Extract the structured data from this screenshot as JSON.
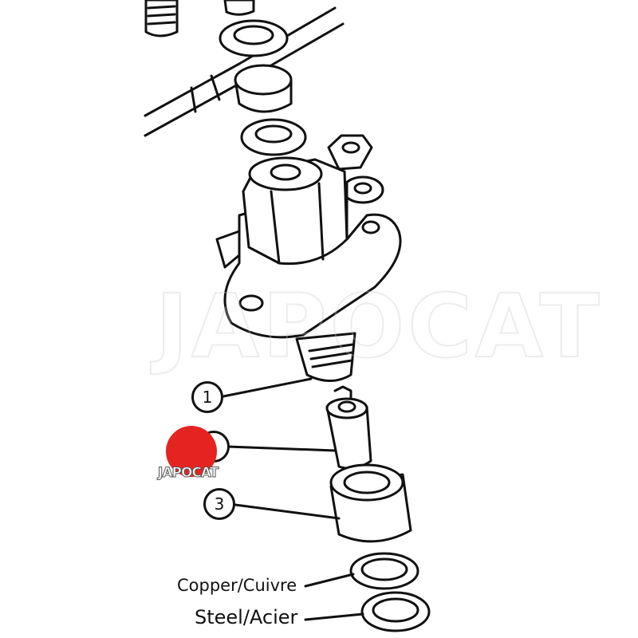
{
  "diagram": {
    "title": "Injector exploded view",
    "callouts": [
      "1",
      "3"
    ],
    "labels": {
      "copper": "Copper/Cuivre",
      "steel": "Steel/Acier"
    },
    "watermark": "JAPOCAT",
    "logo": {
      "text": "JAPOCAT",
      "color": "#e52421"
    }
  }
}
